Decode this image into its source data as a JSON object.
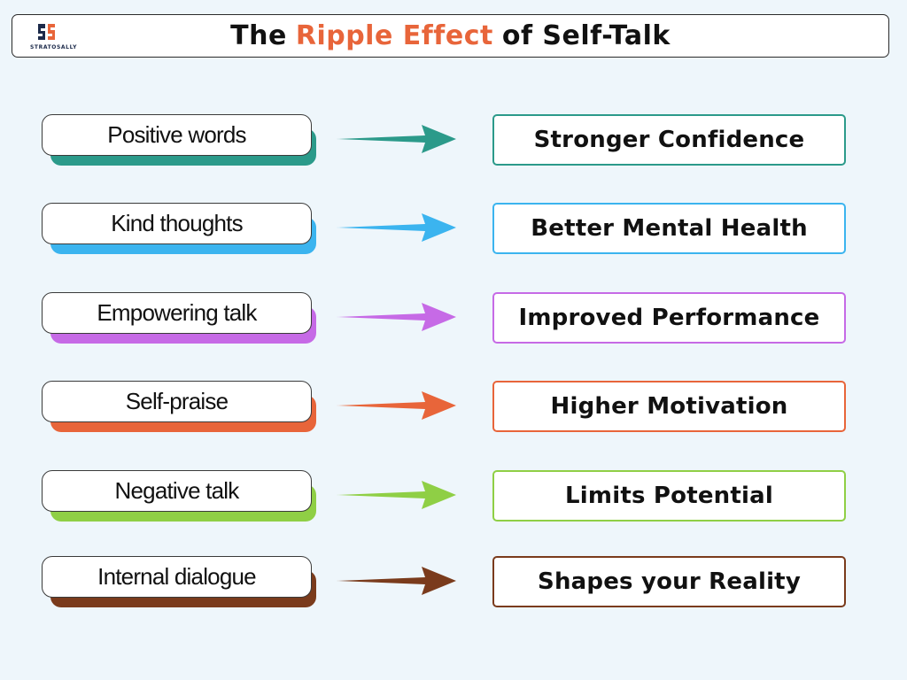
{
  "header": {
    "logo_text": "STRATOSALLY",
    "title_pre": "The",
    "title_accent": "Ripple Effect",
    "title_post": "of Self-Talk",
    "accent_color": "#e8653a"
  },
  "rows": [
    {
      "cause": "Positive words",
      "effect": "Stronger Confidence",
      "color": "#2b9a8a"
    },
    {
      "cause": "Kind thoughts",
      "effect": "Better Mental Health",
      "color": "#3bb4ef"
    },
    {
      "cause": "Empowering talk",
      "effect": "Improved Performance",
      "color": "#c66ae6"
    },
    {
      "cause": "Self-praise",
      "effect": "Higher Motivation",
      "color": "#e8653a"
    },
    {
      "cause": "Negative talk",
      "effect": "Limits Potential",
      "color": "#8fcf45"
    },
    {
      "cause": "Internal dialogue",
      "effect": "Shapes your Reality",
      "color": "#7a3b1c"
    }
  ]
}
